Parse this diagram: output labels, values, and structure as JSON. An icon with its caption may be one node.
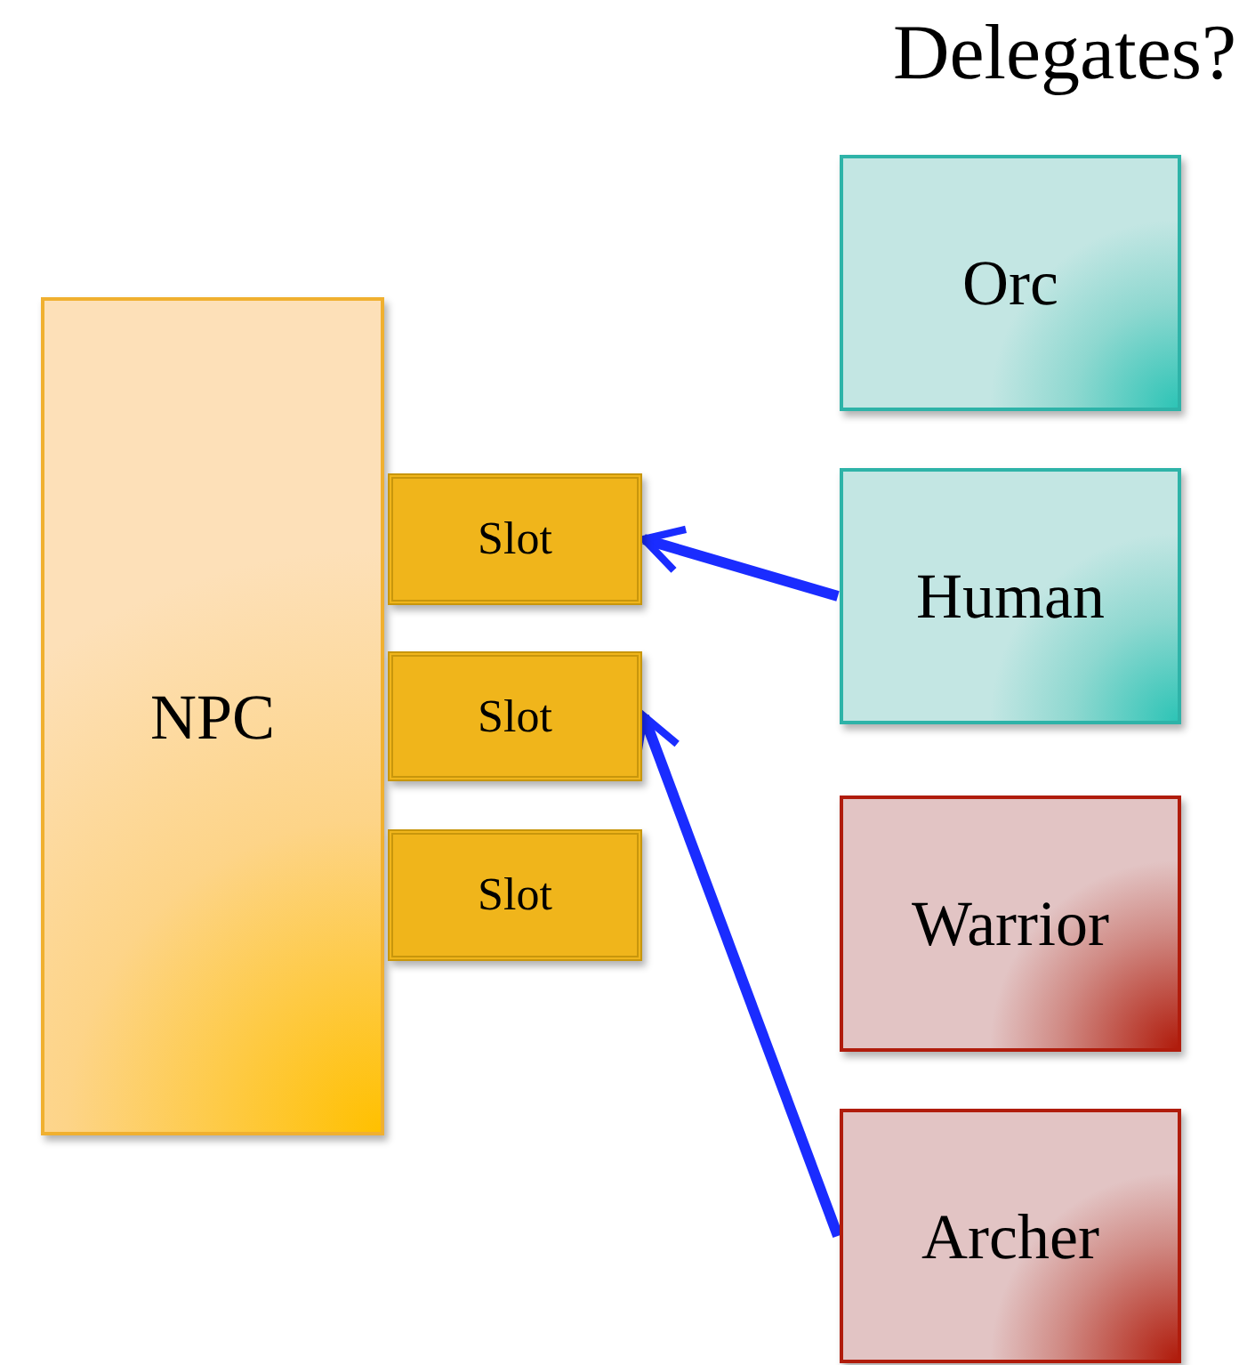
{
  "diagram": {
    "title": "Delegates?",
    "nodes": [
      {
        "text": [
          "NPC"
        ]
      },
      {
        "text": [
          "Slot"
        ]
      },
      {
        "text": [
          "Slot"
        ]
      },
      {
        "text": [
          "Slot"
        ]
      },
      {
        "text": [
          "Orc"
        ]
      },
      {
        "text": [
          "Human"
        ]
      },
      {
        "text": [
          "Warrior"
        ]
      },
      {
        "text": [
          "Archer"
        ]
      }
    ],
    "edges": [
      {
        "from": 5,
        "to": 1,
        "arrow": "to"
      },
      {
        "from": 7,
        "to": 2,
        "arrow": "to"
      }
    ]
  }
}
